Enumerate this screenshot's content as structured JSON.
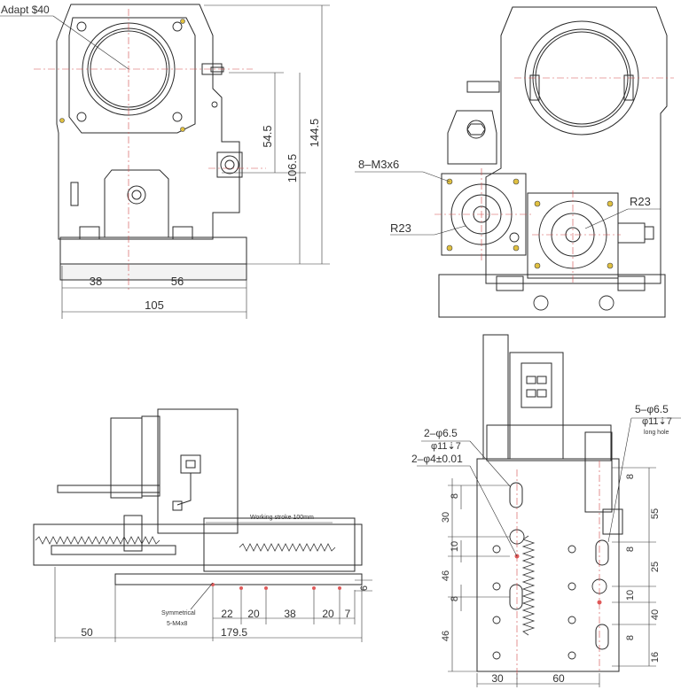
{
  "views": {
    "front": {
      "callout": "Adapt $40",
      "dims": {
        "d_54_5": "54.5",
        "d_106_5": "106.5",
        "d_144_5": "144.5",
        "d_38": "38",
        "d_56": "56",
        "d_105": "105"
      }
    },
    "side": {
      "callouts": {
        "screws": "8–M3x6",
        "r_left": "R23",
        "r_right": "R23"
      }
    },
    "bottom": {
      "stroke": "Working stroke 100mm",
      "symmetrical": "Symmetrical",
      "tapped": "5-M4x8",
      "dims": {
        "d22": "22",
        "d20a": "20",
        "d38": "38",
        "d20b": "20",
        "d7": "7",
        "d6": "6",
        "d50": "50",
        "d179": "179.5"
      }
    },
    "top": {
      "hole_a1": "2–φ6.5",
      "hole_a2": "φ11⇣7",
      "pin": "2–φ4±0.01",
      "hole_b1": "5–φ6.5",
      "hole_b2": "φ11⇣7",
      "long": "long hole",
      "dims": {
        "v8a": "8",
        "v30": "30",
        "v10a": "10",
        "v46a": "46",
        "v8b": "8",
        "v46b": "46",
        "r8a": "8",
        "r55": "55",
        "r8b": "8",
        "r25": "25",
        "r10": "10",
        "r40": "40",
        "r8c": "8",
        "r16": "16",
        "h30": "30",
        "h60": "60"
      }
    }
  }
}
